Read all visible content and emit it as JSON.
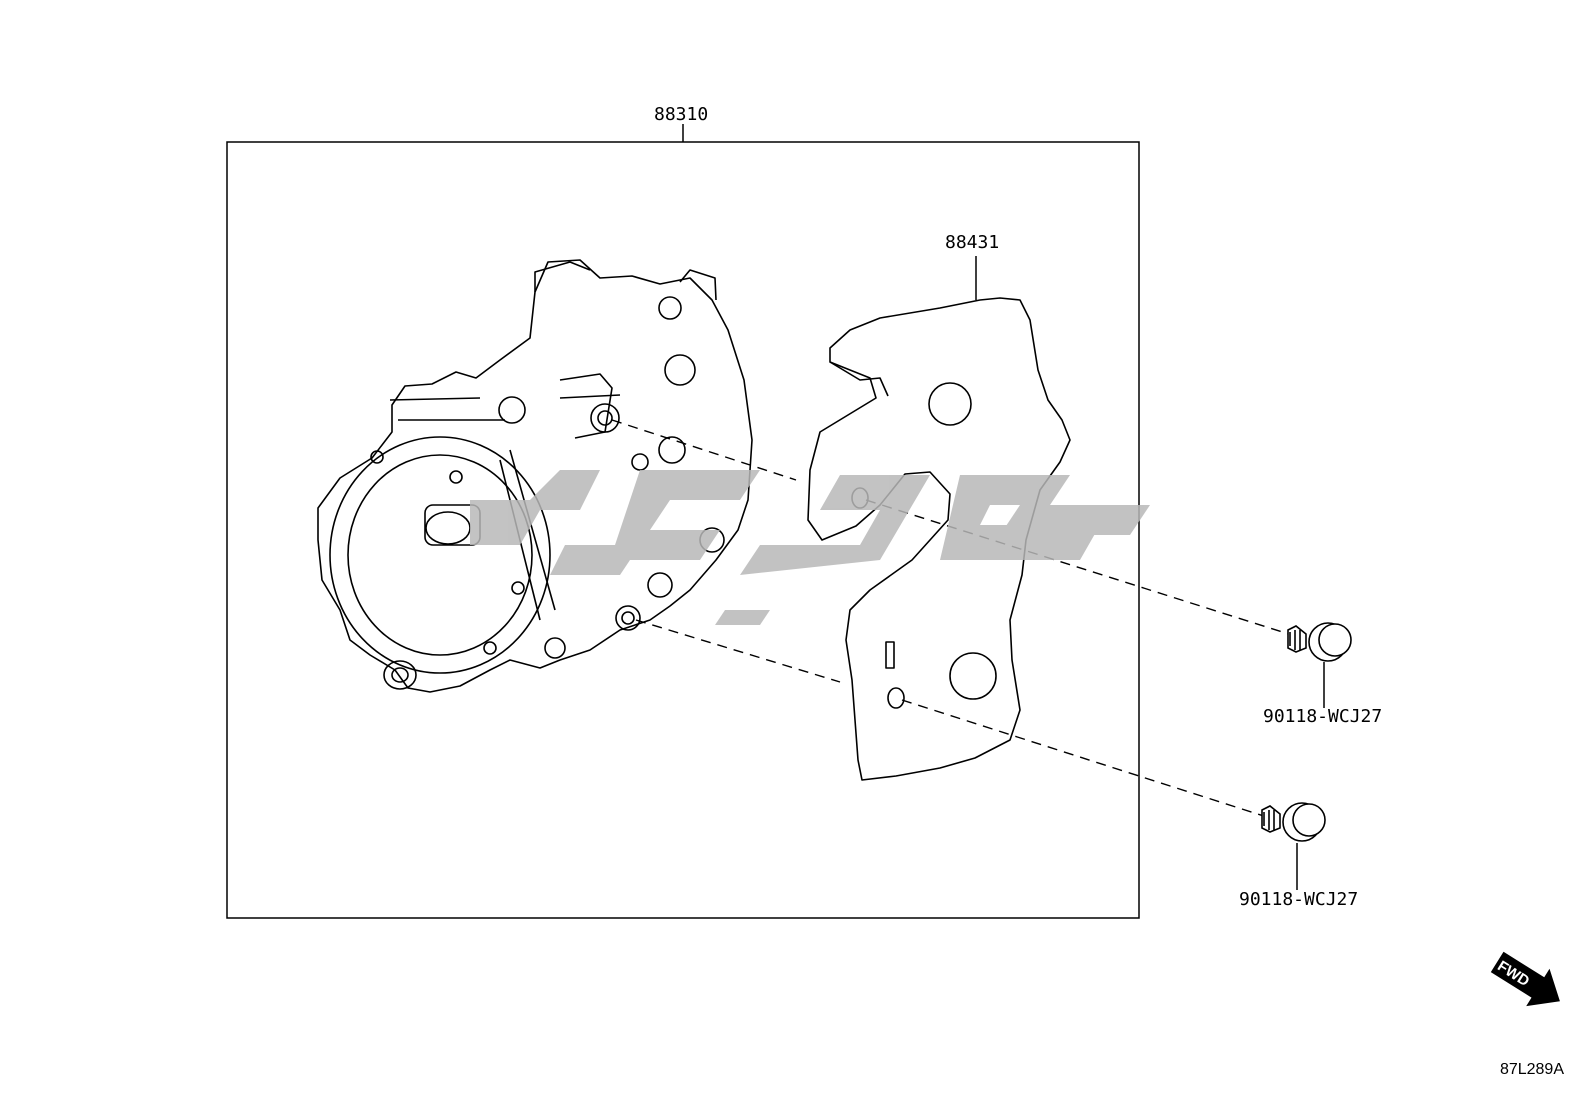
{
  "labels": {
    "assembly": "88310",
    "bracket": "88431",
    "bolt_upper": "90118-WCJ27",
    "bolt_lower": "90118-WCJ27"
  },
  "fwd_arrow": "FWD",
  "drawing_id": "87L289A",
  "colors": {
    "line": "#000000",
    "watermark": "#b8b8b8",
    "background": "#ffffff"
  }
}
